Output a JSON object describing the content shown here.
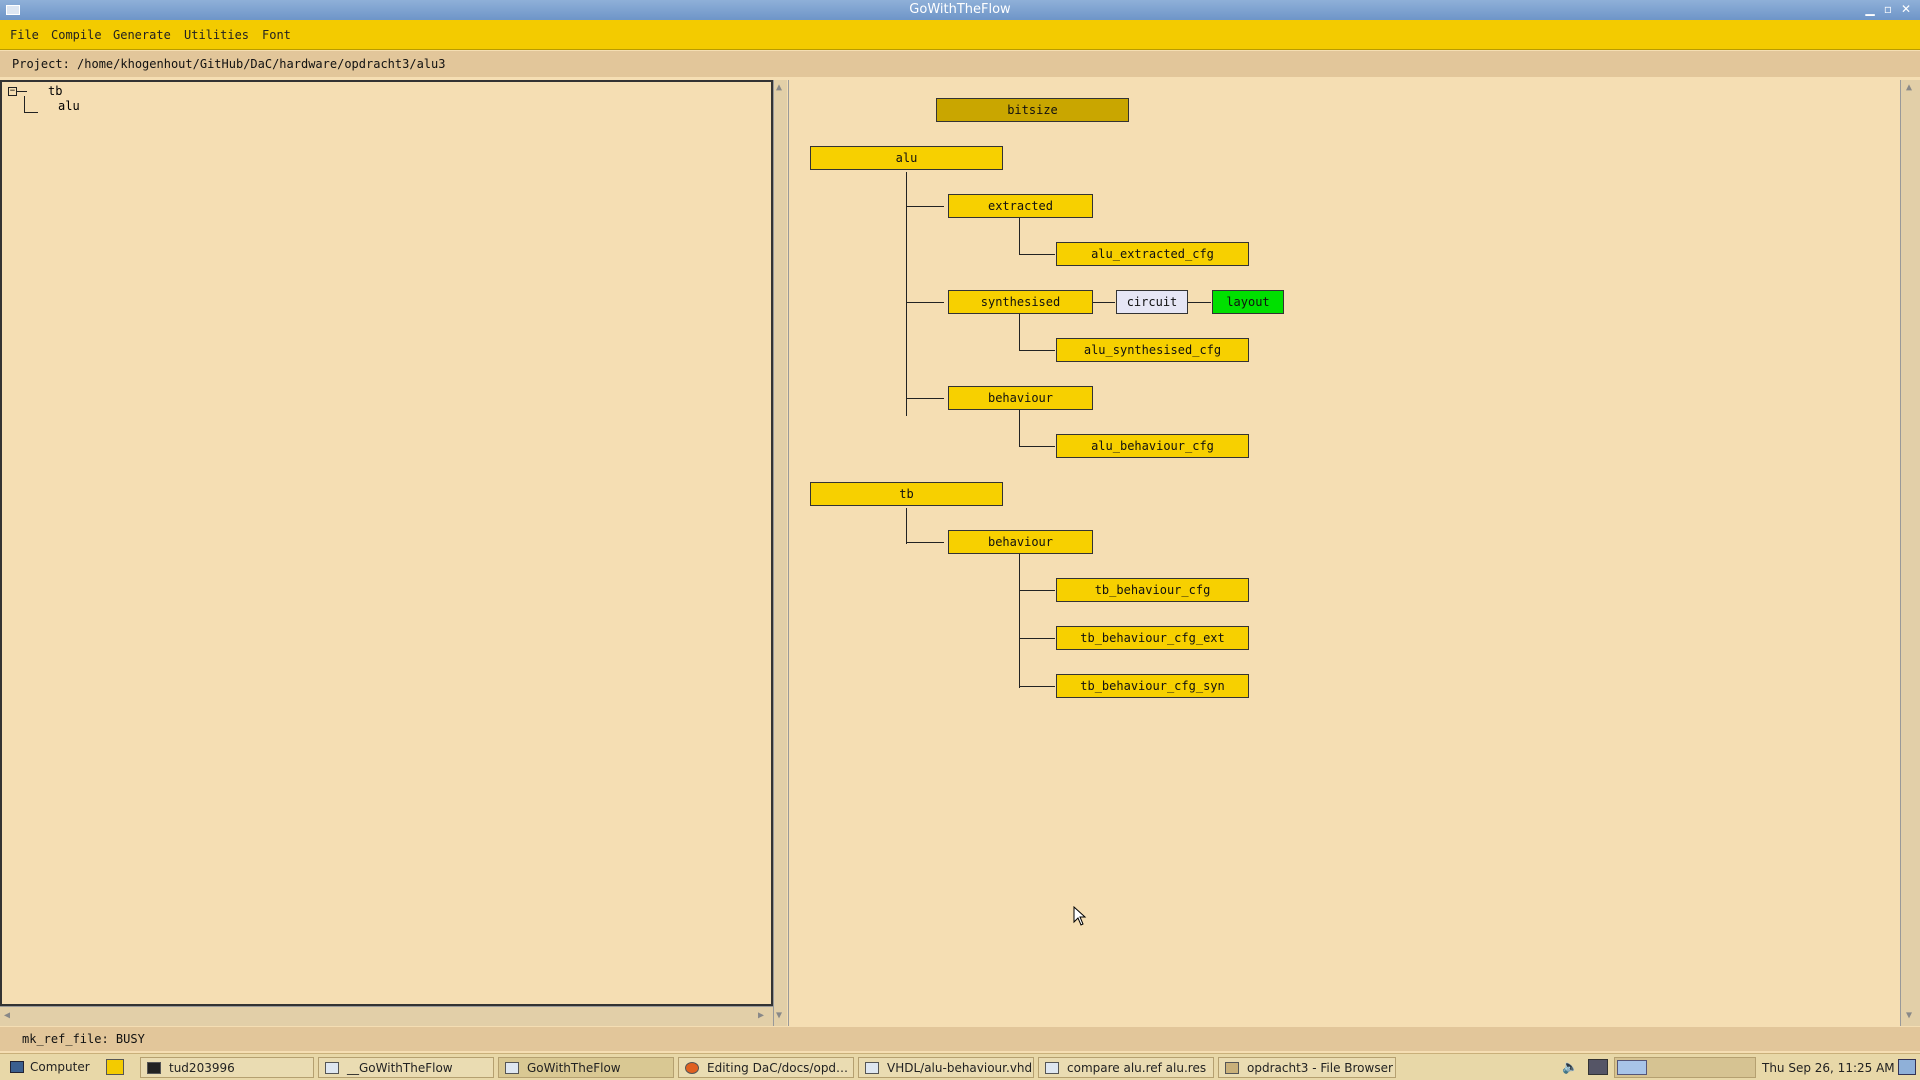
{
  "window": {
    "title": "GoWithTheFlow"
  },
  "menu": {
    "items": [
      "File",
      "Compile",
      "Generate",
      "Utilities",
      "Font"
    ]
  },
  "project": {
    "label": "Project: /home/khogenhout/GitHub/DaC/hardware/opdracht3/alu3"
  },
  "tree": {
    "root": "tb",
    "child": "alu"
  },
  "flow": {
    "bitsize": "bitsize",
    "alu": "alu",
    "extracted": "extracted",
    "alu_extracted_cfg": "alu_extracted_cfg",
    "synthesised": "synthesised",
    "circuit": "circuit",
    "layout": "layout",
    "alu_synthesised_cfg": "alu_synthesised_cfg",
    "behaviour_alu": "behaviour",
    "alu_behaviour_cfg": "alu_behaviour_cfg",
    "tb": "tb",
    "behaviour_tb": "behaviour",
    "tb_behaviour_cfg": "tb_behaviour_cfg",
    "tb_behaviour_cfg_ext": "tb_behaviour_cfg_ext",
    "tb_behaviour_cfg_syn": "tb_behaviour_cfg_syn"
  },
  "status": {
    "text": "mk_ref_file: BUSY"
  },
  "taskbar": {
    "computer": "Computer",
    "buttons": [
      "tud203996",
      "__GoWithTheFlow",
      "GoWithTheFlow",
      "Editing DaC/docs/opd…",
      "VHDL/alu-behaviour.vhd",
      "compare alu.ref alu.res",
      "opdracht3 - File Browser"
    ],
    "clock": "Thu Sep 26, 11:25 AM"
  },
  "colors": {
    "menubar": "#f3cb00",
    "node": "#f7d000",
    "node_dark": "#c9a600",
    "layout": "#00e000",
    "background": "#f5deb3"
  }
}
